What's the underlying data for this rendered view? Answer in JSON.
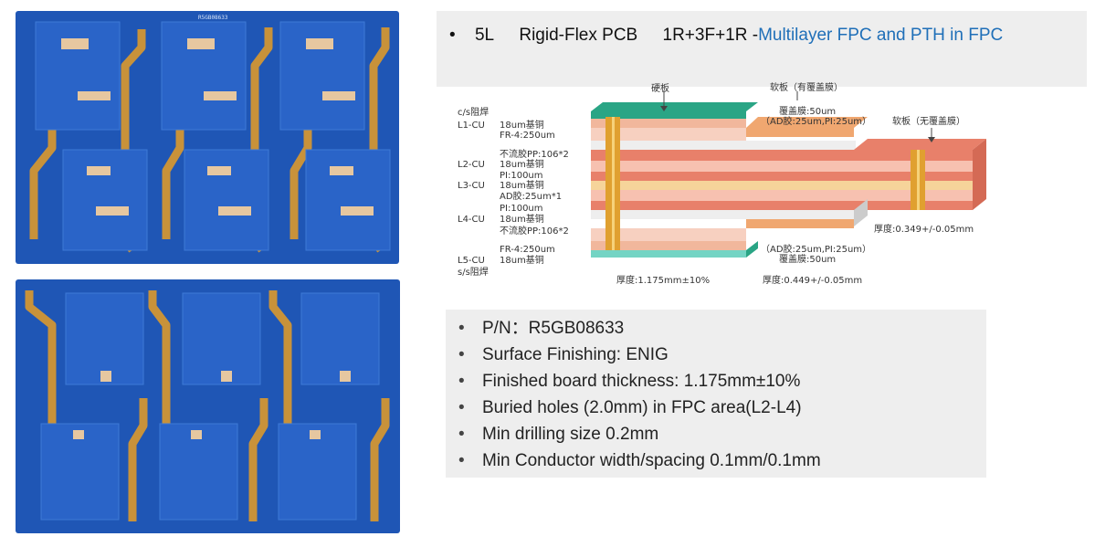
{
  "pcb_top": {
    "marking": "R5GB08633"
  },
  "title": {
    "bullet": "•",
    "layers": "5L",
    "type": "Rigid-Flex PCB",
    "stack": "1R+3F+1R -",
    "accent_text": "Multilayer FPC and PTH in FPC",
    "accent_color": "#1f6fb8"
  },
  "stackup": {
    "hard_board": "硬板",
    "flex_with_coverlay": "软板（有覆盖膜）",
    "flex_no_coverlay": "软板（无覆盖膜）",
    "coverlay_top": "覆盖膜:50um",
    "coverlay_top_detail": "（AD胶:25um,PI:25um）",
    "coverlay_bot_detail": "（AD胶:25um,PI:25um）",
    "coverlay_bot": "覆盖膜:50um",
    "thickness_right": "厚度:0.349+/-0.05mm",
    "thickness_rigid": "厚度:1.175mm±10%",
    "thickness_flex": "厚度:0.449+/-0.05mm",
    "layer_names": {
      "cs": "c/s阻焊",
      "l1": "L1-CU",
      "l2": "L2-CU",
      "l3": "L3-CU",
      "l4": "L4-CU",
      "l5": "L5-CU",
      "ss": "s/s阻焊"
    },
    "layer_details": [
      "18um基铜",
      "FR-4:250um",
      "不流胶PP:106*2",
      "18um基铜",
      "PI:100um",
      "18um基铜",
      "AD胶:25um*1",
      "PI:100um",
      "18um基铜",
      "不流胶PP:106*2",
      "FR-4:250um",
      "18um基铜"
    ]
  },
  "specs": {
    "bullet": "•",
    "items": [
      "P/N：R5GB08633",
      "Surface Finishing: ENIG",
      "Finished board thickness: 1.175mm±10%",
      "Buried holes (2.0mm) in FPC area(L2-L4)",
      "Min drilling size 0.2mm",
      "Min Conductor width/spacing 0.1mm/0.1mm"
    ]
  },
  "colors": {
    "pcb_blue": "#1f56b5",
    "flex_amber": "#c8923a",
    "rigid_green": "#2aa585",
    "copper": "#f1b79c",
    "via_gold": "#e0a030"
  }
}
